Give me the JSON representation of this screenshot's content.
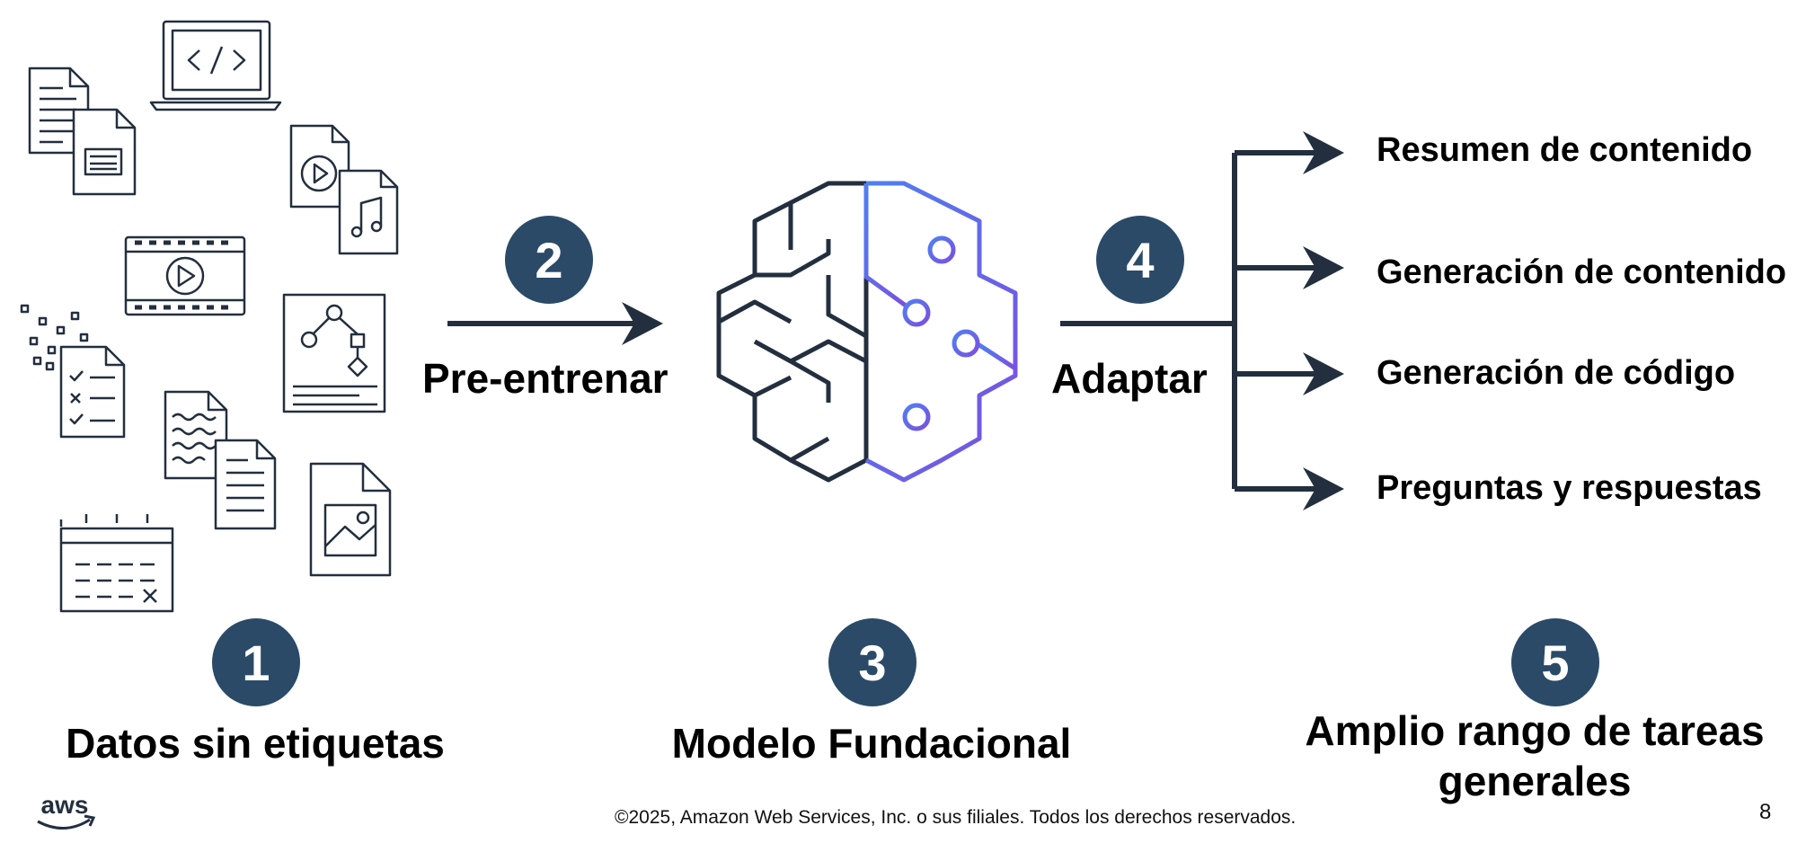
{
  "steps": {
    "s1": {
      "number": "1",
      "label": "Datos sin etiquetas"
    },
    "s2": {
      "number": "2",
      "label": "Pre-entrenar"
    },
    "s3": {
      "number": "3",
      "label": "Modelo Fundacional"
    },
    "s4": {
      "number": "4",
      "label": "Adaptar"
    },
    "s5": {
      "number": "5",
      "label_line1": "Amplio rango de tareas",
      "label_line2": "generales"
    }
  },
  "tasks": [
    "Resumen de contenido",
    "Generación de contenido",
    "Generación de código",
    "Preguntas y respuestas"
  ],
  "footer": {
    "logo": "aws",
    "copyright": "©2025, Amazon Web Services, Inc. o sus filiales. Todos los derechos reservados.",
    "page_number": "8"
  },
  "colors": {
    "badge": "#2a4a68",
    "line": "#232f3e",
    "brain_accent": "#6a5ae8"
  }
}
